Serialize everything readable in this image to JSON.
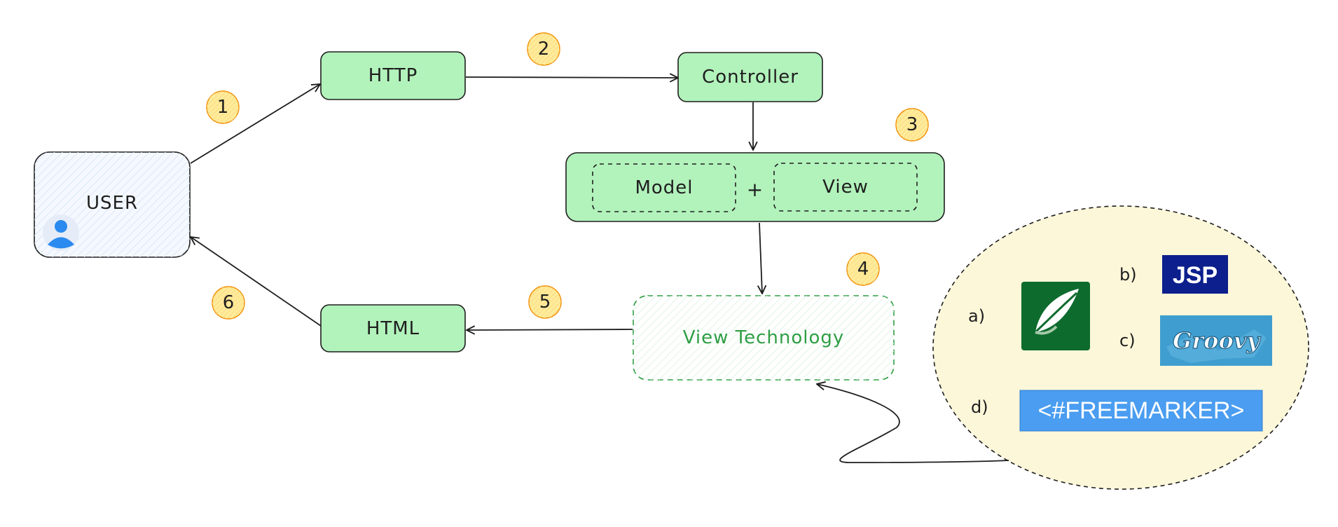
{
  "nodes": {
    "user": "USER",
    "http": "HTTP",
    "controller": "Controller",
    "model": "Model",
    "plus": "+",
    "view": "View",
    "view_technology": "View Technology",
    "html": "HTML"
  },
  "steps": [
    "1",
    "2",
    "3",
    "4",
    "5",
    "6"
  ],
  "options": {
    "a": "a)",
    "b": "b)",
    "c": "c)",
    "d": "d)"
  },
  "logos": {
    "thymeleaf": "thymeleaf-logo",
    "jsp": "JSP",
    "groovy": "Groovy",
    "freemarker": "<#FREEMARKER>"
  },
  "colors": {
    "box_fill": "#b2f2bb",
    "stroke": "#1e1e1e",
    "user_fill": "#f5f9ff",
    "step_fill": "#ffec99",
    "step_stroke": "#f08c00",
    "cluster_fill": "#fdf7d9",
    "view_tech_stroke": "#2f9e44",
    "view_tech_text": "#2f9e44",
    "thymeleaf_green": "#0e6b2e",
    "jsp_blue": "#0c1f8c",
    "groovy_blue": "#3f9ecf",
    "freemarker_blue": "#4a9df0",
    "avatar_blue": "#2b8af0"
  }
}
